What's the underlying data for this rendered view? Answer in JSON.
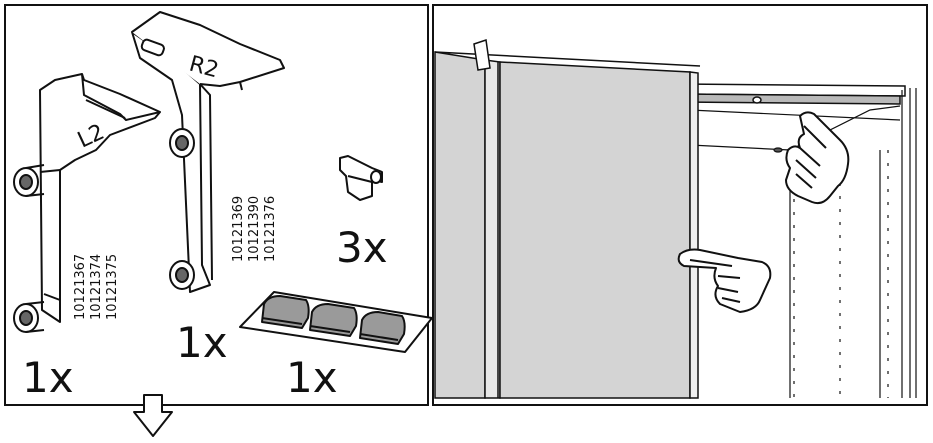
{
  "left_panel": {
    "bracket_left": {
      "label": "L2",
      "part_numbers": [
        "10121367",
        "10121374",
        "10121375"
      ],
      "quantity": "1x"
    },
    "bracket_right": {
      "label": "R2",
      "part_numbers": [
        "10121369",
        "10121390",
        "10121376"
      ],
      "quantity": "1x"
    },
    "clip": {
      "quantity": "3x"
    },
    "felt_pads": {
      "quantity": "1x"
    },
    "next_step_icon": "outline-down-arrow-icon"
  },
  "right_panel": {
    "icons": [
      "pointing-hand-icon",
      "pointing-hand-icon"
    ]
  },
  "colors": {
    "line": "#111111",
    "door_fill": "#d4d4d4",
    "rail_fill": "#b9b9b9",
    "background": "#ffffff"
  }
}
